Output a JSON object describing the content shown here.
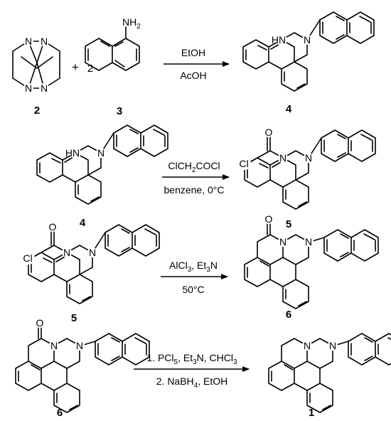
{
  "scheme": {
    "steps": [
      {
        "reagent_above": "EtOH",
        "reagent_below": "AcOH",
        "reactants": [
          {
            "label": "2"
          },
          {
            "label": "3",
            "coefficient": "2",
            "substituent": "NH2"
          }
        ],
        "plus": "+",
        "product": {
          "label": "4"
        }
      },
      {
        "reagent_above": "ClCH2COCl",
        "reagent_below": "benzene, 0°C",
        "reactant": {
          "label": "4"
        },
        "product": {
          "label": "5"
        }
      },
      {
        "reagent_above": "AlCl3,  Et3N",
        "reagent_below": "50°C",
        "reactant": {
          "label": "5"
        },
        "product": {
          "label": "6"
        }
      },
      {
        "reagent_above": "1. PCl5,  Et3N, CHCl3",
        "reagent_below": "2. NaBH4, EtOH",
        "reactant": {
          "label": "6"
        },
        "product": {
          "label": "1"
        }
      }
    ]
  },
  "atoms": {
    "N": "N",
    "HN": "HN",
    "O": "O",
    "Cl": "Cl"
  }
}
